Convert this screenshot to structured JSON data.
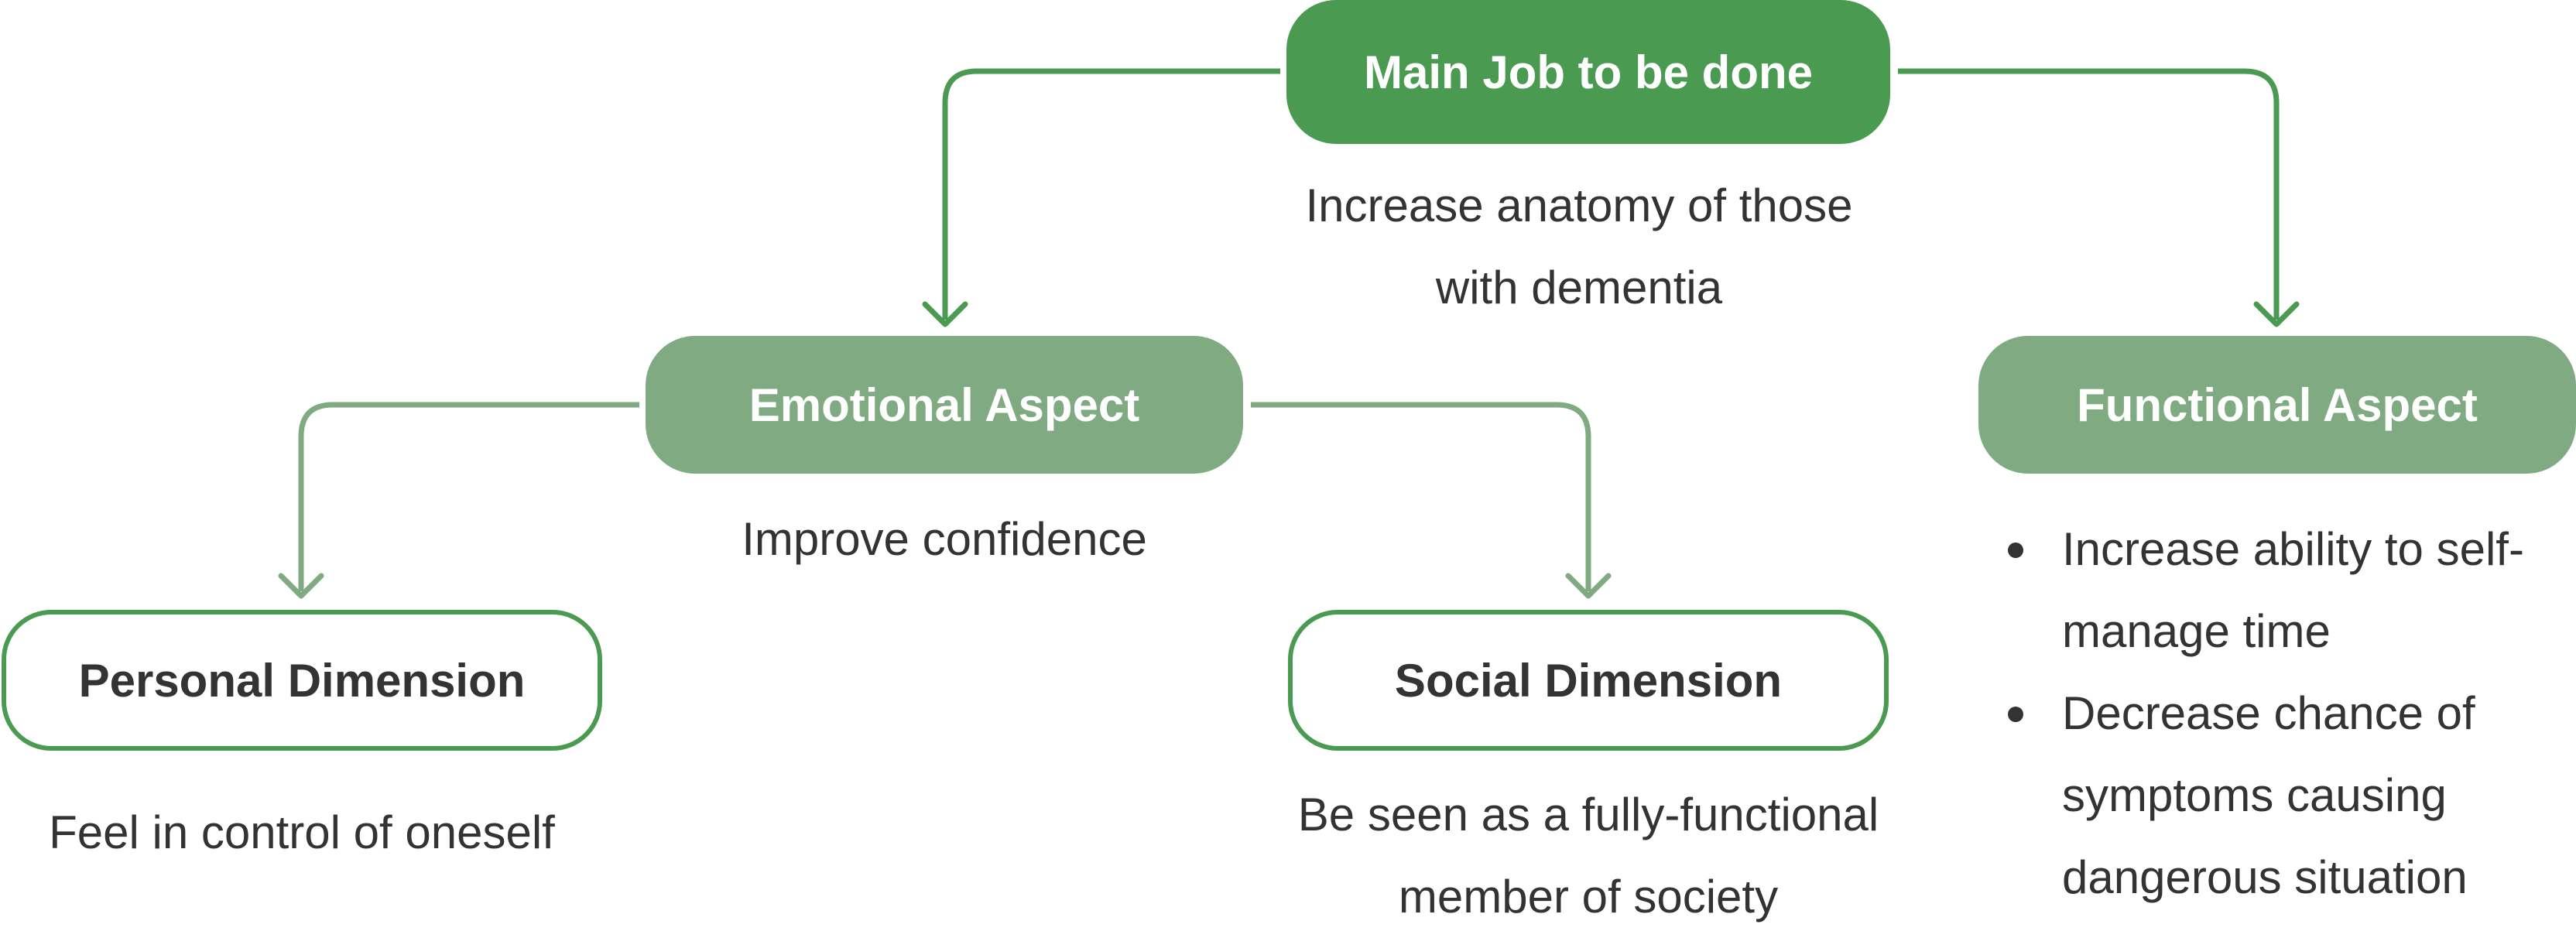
{
  "colors": {
    "dark_green": "#4a9a51",
    "light_green": "#80aa82",
    "text": "#333333",
    "background": "#ffffff"
  },
  "main_job": {
    "label": "Main Job to be done",
    "description_lines": [
      "Increase anatomy of those",
      "with dementia"
    ]
  },
  "emotional_aspect": {
    "label": "Emotional Aspect",
    "description": "Improve confidence"
  },
  "functional_aspect": {
    "label": "Functional Aspect",
    "bullets": [
      {
        "lines": [
          "Increase ability to self-",
          "manage time"
        ]
      },
      {
        "lines": [
          "Decrease chance of",
          "symptoms causing",
          "dangerous situation"
        ]
      }
    ]
  },
  "personal_dimension": {
    "label": "Personal Dimension",
    "description": "Feel in control of oneself"
  },
  "social_dimension": {
    "label": "Social Dimension",
    "description_lines": [
      "Be seen as a fully-functional",
      "member of society"
    ]
  }
}
